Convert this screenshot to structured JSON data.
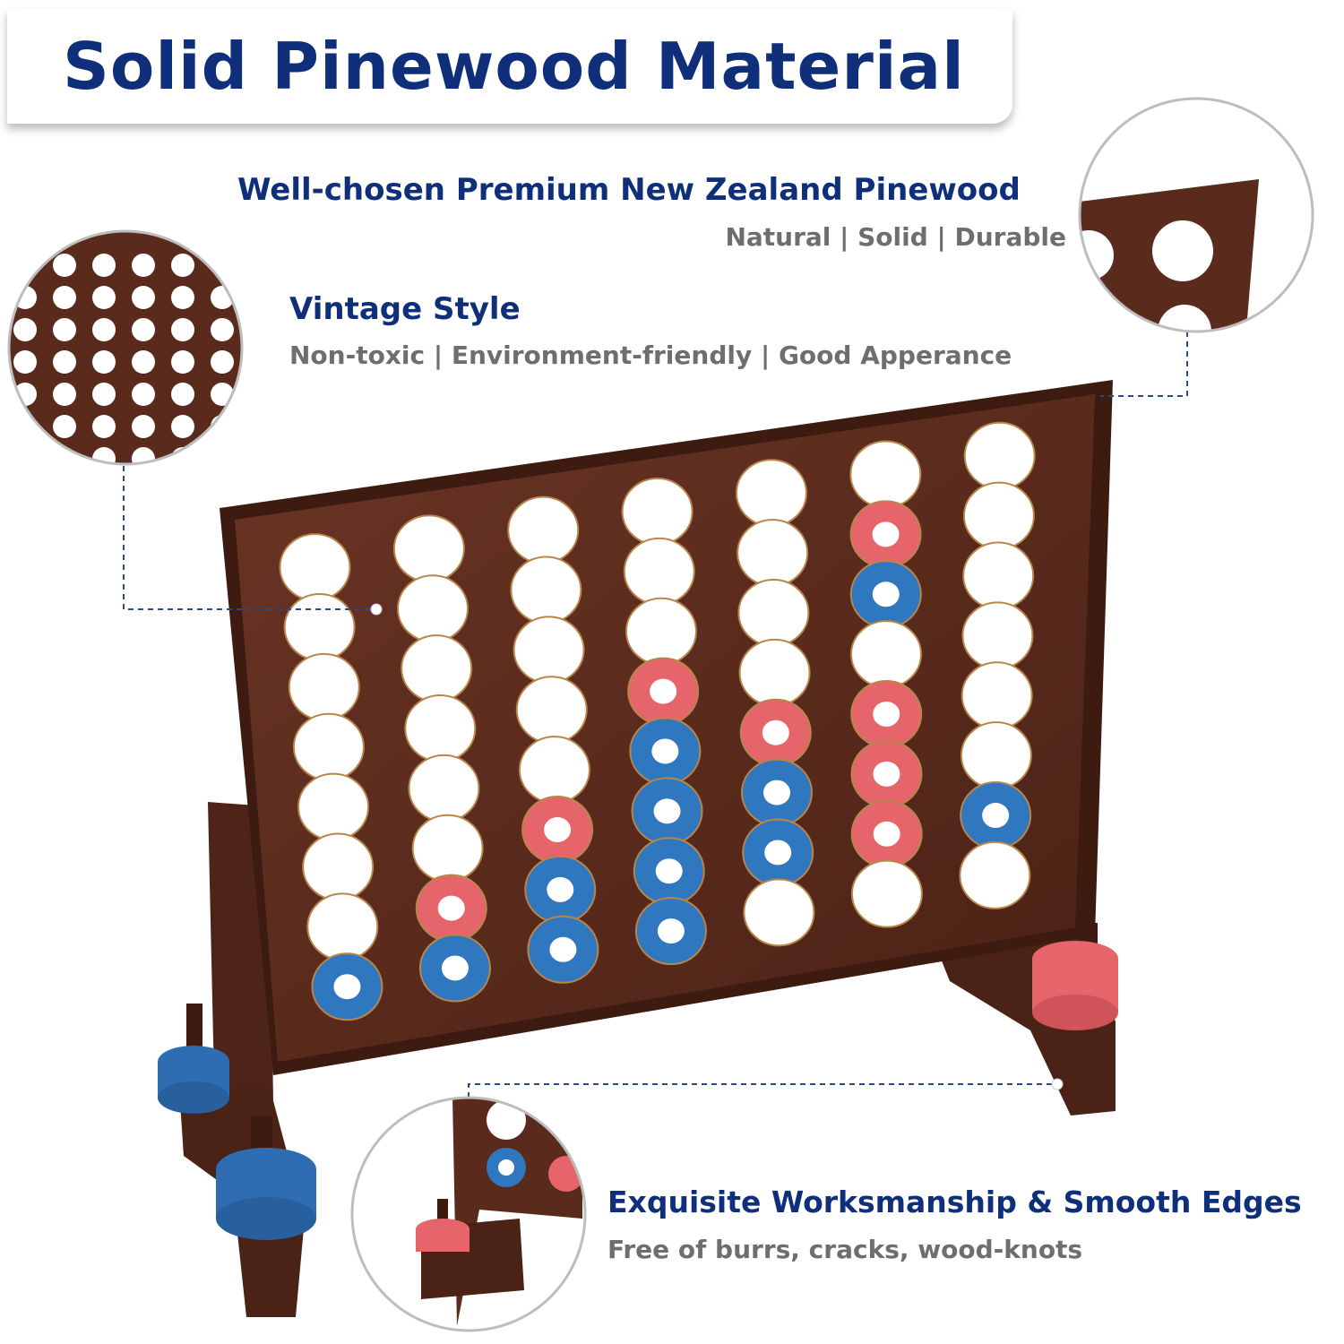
{
  "header": {
    "title": "Solid Pinewood Material"
  },
  "features": [
    {
      "title": "Well-chosen Premium New Zealand Pinewood",
      "subtitle": "Natural | Solid | Durable"
    },
    {
      "title": "Vintage Style",
      "subtitle": "Non-toxic | Environment-friendly | Good Apperance"
    },
    {
      "title": "Exquisite Worksmanship & Smooth Edges",
      "subtitle": "Free of burrs, cracks, wood-knots"
    }
  ],
  "game": {
    "board_rows": [
      [
        "empty",
        "empty",
        "empty",
        "empty",
        "empty",
        "empty",
        "empty"
      ],
      [
        "empty",
        "empty",
        "empty",
        "empty",
        "empty",
        "red",
        "empty"
      ],
      [
        "empty",
        "empty",
        "empty",
        "empty",
        "empty",
        "blue",
        "empty"
      ],
      [
        "empty",
        "empty",
        "empty",
        "red",
        "empty",
        "empty",
        "empty"
      ],
      [
        "empty",
        "empty",
        "empty",
        "blue",
        "red",
        "red",
        "empty"
      ],
      [
        "empty",
        "empty",
        "red",
        "blue",
        "blue",
        "red",
        "empty"
      ],
      [
        "empty",
        "red",
        "blue",
        "blue",
        "blue",
        "red",
        "blue"
      ],
      [
        "blue",
        "blue",
        "blue",
        "blue",
        "empty",
        "empty",
        "empty"
      ]
    ],
    "colors": {
      "wood": "#5a2b1d",
      "wood_dark": "#3e1b11",
      "red_disc": "#e5656a",
      "blue_disc": "#2f77bf",
      "title_blue": "#0f2f7a",
      "subtitle_gray": "#6e6e6e"
    }
  }
}
